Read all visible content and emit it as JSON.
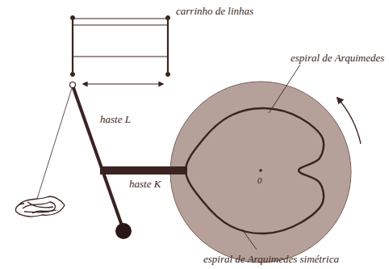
{
  "diagram": {
    "labels": [
      "carrinho de linhas",
      "espiral de Arquimedes",
      "haste L",
      "haste K",
      "0",
      "espiral de Arquimedes simétrica"
    ]
  }
}
